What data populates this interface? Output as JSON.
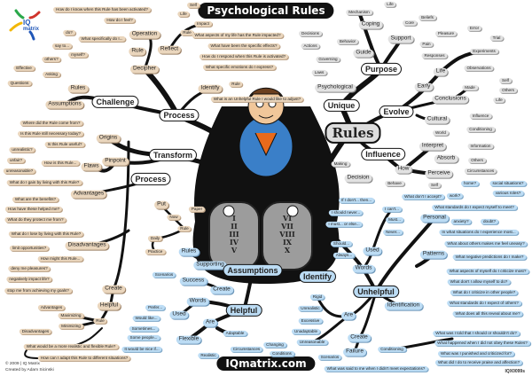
{
  "title": "Psychological Rules",
  "website": "IQmatrix.com",
  "logo": {
    "line1": "IQ",
    "line2": "matrix"
  },
  "footer": {
    "copyright": "© 2009 | IQ Matrix",
    "author": "Created by Adam Sicinski",
    "code": "IQX0099s"
  },
  "central_tablets": {
    "left": [
      "I",
      "II",
      "III",
      "IV",
      "V"
    ],
    "right": [
      "VI",
      "VII",
      "VIII",
      "IX",
      "X"
    ]
  },
  "labels": [
    "How do I know when this Rule has been activated?",
    "How do I feel?",
    "Operation",
    "do?",
    "What specifically do I...",
    "say to...",
    "myself?",
    "others?",
    "Rule",
    "Decipher",
    "Reflect",
    "Self",
    "Life",
    "Impact",
    "Rule",
    "What aspects of my life has the Rule impacted?",
    "What have been the specific effects?",
    "How do I respond when this Rule is activated?",
    "What specific emotions do I express?",
    "Identify",
    "Rule",
    "What is an Unhelpful Rule I would like to adjust?",
    "Effective",
    "Asking",
    "Questions",
    "Rules",
    "Assumptions",
    "Challenge",
    "Process",
    "Where did the Rule come from?",
    "Is this Rule still necessary today?",
    "Is this Rule useful?",
    "Origins",
    "Transform",
    "unrealistic?",
    "unfair?",
    "How is this Rule...",
    "unreasonable?",
    "Flaws",
    "Pinpoint",
    "What do I gain by living with this Rule?",
    "Process",
    "Mechanism",
    "Life",
    "Coping",
    "Decisions",
    "Behavior",
    "Actions",
    "Guide",
    "Governing",
    "Laws",
    "Psychological",
    "Purpose",
    "Core",
    "Beliefs",
    "Support",
    "Pleasure",
    "Pain",
    "Responses",
    "Life",
    "Early",
    "Error",
    "Trial",
    "Experiments",
    "Observations",
    "Made",
    "Self",
    "Others",
    "Life",
    "Conclusions",
    "Unique",
    "Rules",
    "Evolve",
    "Cultural",
    "Influence",
    "Conditioning",
    "World",
    "Interpret",
    "Information",
    "Absorb",
    "Others",
    "Circumstances",
    "Perceive",
    "Self",
    "Influence",
    "Making",
    "Decision",
    "How",
    "Behave",
    "home?",
    "social situations?",
    "work?",
    "various roles?",
    "What don't I accept?",
    "What standards do I expect myself to meet?",
    "Personal",
    "Advantages",
    "What are the benefits?",
    "How have these helped me?",
    "What do they protect me from?",
    "What do I lose by living with this Rule?",
    "Disadvantages",
    "limit opportunities?",
    "How might this Rule...",
    "deny me pleasures?",
    "negatively impact life?",
    "stop me from achieving my goals?",
    "Create",
    "Put",
    "Now",
    "Rule",
    "Paper",
    "Daily",
    "Practice",
    "Rules",
    "Supporting",
    "Assumptions",
    "Scenarios",
    "Success",
    "Create",
    "Words",
    "Helpful",
    "Prefer...",
    "Used",
    "Would like...",
    "Sometimes...",
    "Some people...",
    "It would be nice if...",
    "Are",
    "Flexible",
    "Adaptable",
    "Realistic",
    "Circumstances",
    "Changing",
    "Conditions",
    "Helpful",
    "Rule",
    "Advantages",
    "Maximizing",
    "Minimizing",
    "Disadvantages",
    "What would be a more realistic and flexible Rule?",
    "How can I adapt this Rule to different situations?",
    "If I don't... then...",
    "I can't...",
    "I should never...",
    "Must...",
    "I must... or else...",
    "Never...",
    "Should...",
    "Used",
    "Always...",
    "Words",
    "Identify",
    "Unhelpful",
    "Identification",
    "Rigid",
    "Unrealistic",
    "Excessive",
    "Are",
    "Unadaptable",
    "Unreasonable",
    "Create",
    "Failure",
    "Scenarios",
    "Conditioning",
    "What was said to me when I didn't meet expectations?",
    "anxiety?",
    "doubt?",
    "In what situations do I experience most...",
    "What about others makes me feel uneasy?",
    "Patterns",
    "What negative predictions do I make?",
    "What aspects of myself do I criticize most?",
    "What don't I allow myself to do?",
    "What do I criticize in other people?",
    "What standards do I expect of others?",
    "What does all this reveal about me?",
    "What was I told that I should or shouldn't do?",
    "What happened when I did not obey these Rules?",
    "What was I punished and criticized for?",
    "What did I do to receive praise and affection?"
  ]
}
